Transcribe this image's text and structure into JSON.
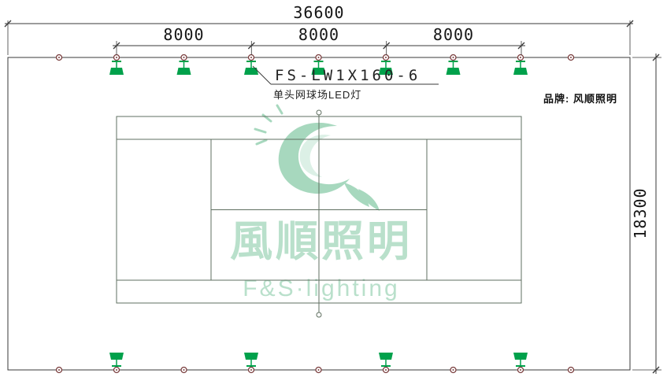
{
  "drawing": {
    "dimensions": {
      "total_width": "36600",
      "bays": [
        "8000",
        "8000",
        "8000"
      ],
      "height": "18300"
    },
    "labels": {
      "fixture_model": "FS-LW1X160-6",
      "fixture_desc": "单头网球场LED灯",
      "brand": "品牌: 风顺照明"
    },
    "logo": {
      "cn": "風順照明",
      "en": "F&S·lighting"
    },
    "colors": {
      "dim_line": "#3a3a3a",
      "court_line": "#5f6f60",
      "fixture_green": "#00a14b",
      "ring_red": "#7b3f3f",
      "logo_green": "#b2ddc6"
    }
  }
}
